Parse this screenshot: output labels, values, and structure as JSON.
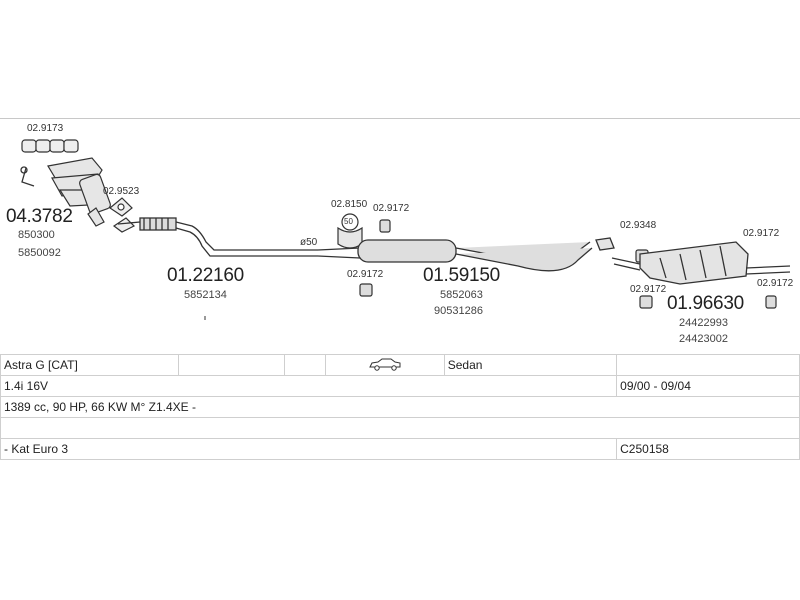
{
  "parts": {
    "manifold_top_code": "02.9173",
    "manifold_gasket_code": "02.9523",
    "catalyst_part": "04.3782",
    "catalyst_oe1": "850300",
    "catalyst_oe2": "5850092",
    "front_pipe_part": "01.22160",
    "front_pipe_oe": "5852134",
    "pipe_diameter": "ø50",
    "clamp_top_code": "02.8150",
    "clamp_badge": "50",
    "rubber_top_code": "02.9172",
    "rubber_bottom_code": "02.9172",
    "middle_part": "01.59150",
    "middle_oe1": "5852063",
    "middle_oe2": "90531286",
    "rear_gasket_code": "02.9348",
    "rear_rubber_right_code": "02.9172",
    "rear_rubber_bottom_code": "02.9172",
    "rear_rubber_far_code": "02.9172",
    "rear_part": "01.96630",
    "rear_oe1": "24422993",
    "rear_oe2": "24423002"
  },
  "vehicle": {
    "model": "Astra G  [CAT]",
    "body_icon": "car-sedan-icon",
    "body": "Sedan",
    "engine": "1.4i 16V",
    "years": "09/00 - 09/04",
    "specs": "1389 cc, 90 HP, 66 KW M° Z1.4XE -",
    "notes": "- Kat Euro 3",
    "catalog_code": "C250158"
  }
}
